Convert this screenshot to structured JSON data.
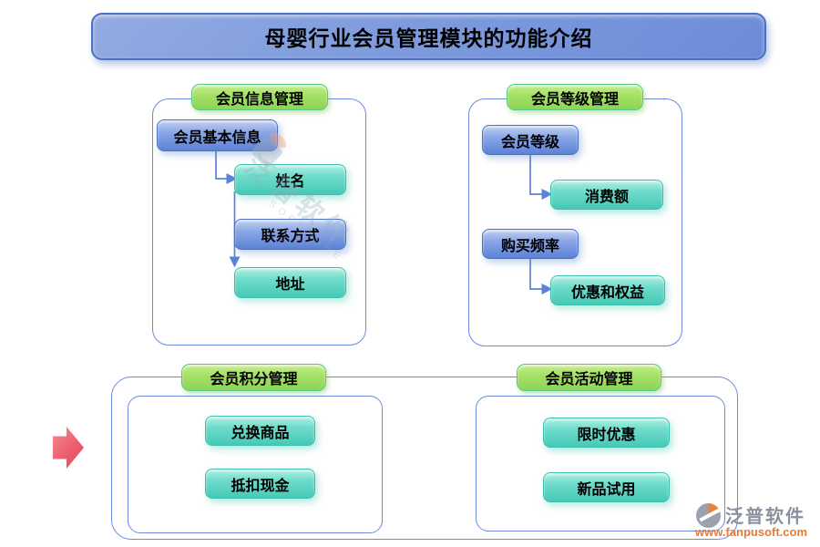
{
  "title": "母婴行业会员管理模块的功能介绍",
  "colors": {
    "title_fill": "#7e9bdd",
    "panel_border": "#6b8cd9",
    "blue_node": "#5c82d6",
    "teal_node": "#46c9b6",
    "green_header": "#9ade5e",
    "connector": "#5b82d8",
    "pointer_red": "#ec5f6d",
    "logo_orange": "#e87a35",
    "logo_gray": "#8a919d"
  },
  "sections": {
    "info": {
      "header": "会员信息管理",
      "root": "会员基本信息",
      "items": [
        "姓名",
        "联系方式",
        "地址"
      ]
    },
    "level": {
      "header": "会员等级管理",
      "pairs": [
        {
          "from": "会员等级",
          "to": "消费额"
        },
        {
          "from": "购买频率",
          "to": "优惠和权益"
        }
      ]
    },
    "points": {
      "header": "会员积分管理",
      "items": [
        "兑换商品",
        "抵扣现金"
      ]
    },
    "activity": {
      "header": "会员活动管理",
      "items": [
        "限时优惠",
        "新品试用"
      ]
    }
  },
  "watermark": {
    "brand": "泛普软件",
    "sub": "SOFTWARE"
  },
  "logo": {
    "brand": "泛普软件",
    "url": "www.fanpusoft.com"
  },
  "icons": {
    "pointer": "red-right-arrow"
  }
}
